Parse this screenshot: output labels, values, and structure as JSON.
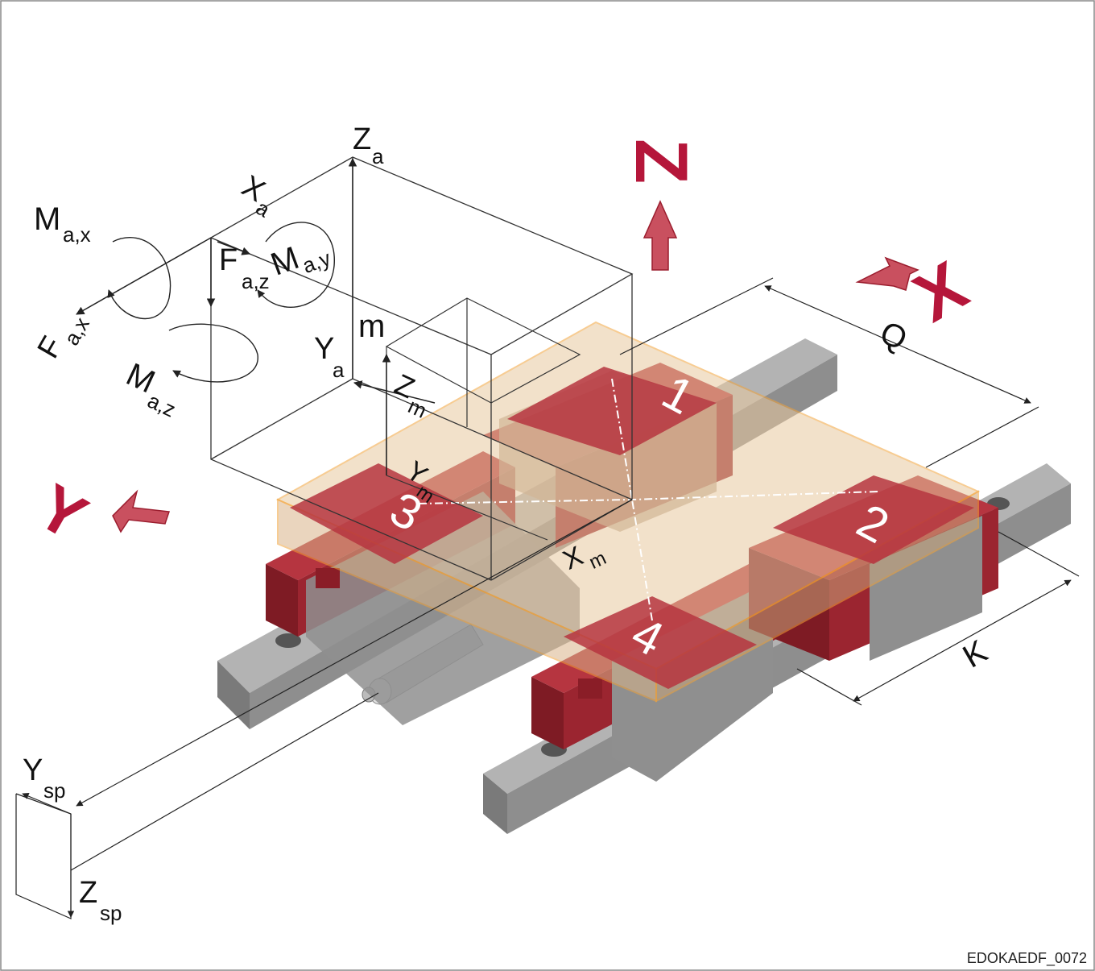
{
  "labels": {
    "za": {
      "main": "Z",
      "sub": "a"
    },
    "xa": {
      "main": "X",
      "sub": "a"
    },
    "ya": {
      "main": "Y",
      "sub": "a"
    },
    "max": {
      "main": "M",
      "sub": "a,x"
    },
    "may": {
      "main": "M",
      "sub": "a,y"
    },
    "maz": {
      "main": "M",
      "sub": "a,z"
    },
    "faz": {
      "main": "F",
      "sub": "a,z"
    },
    "fax": {
      "main": "F",
      "sub": "a,x"
    },
    "m": "m",
    "zm": {
      "main": "Z",
      "sub": "m"
    },
    "ym": {
      "main": "Y",
      "sub": "m"
    },
    "xm": {
      "main": "X",
      "sub": "m"
    },
    "q": "Q",
    "k": "K",
    "ysp": {
      "main": "Y",
      "sub": "sp"
    },
    "zsp": {
      "main": "Z",
      "sub": "sp"
    }
  },
  "axes": {
    "z": "Z",
    "x": "X",
    "y": "Y"
  },
  "blocks": [
    "1",
    "2",
    "3",
    "4"
  ],
  "code": "EDOKAEDF_0072",
  "colors": {
    "accent": "#b5163a",
    "carriage": "#b63540",
    "carriage_dark": "#8a1d27",
    "rail": "#9a9a9a",
    "rail_dark": "#6e6e6e",
    "plate": "#e9c9a0",
    "plate_edge": "#f2a33a"
  }
}
